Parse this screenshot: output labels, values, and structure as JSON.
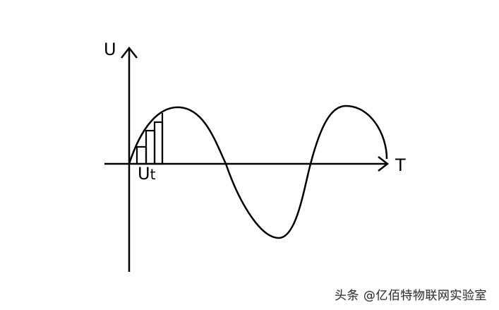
{
  "diagram": {
    "y_axis_label": "U",
    "x_axis_label": "T",
    "sample_label_main": "U",
    "sample_label_sub": "t"
  },
  "watermark": "头条 @亿佰特物联网实验室"
}
